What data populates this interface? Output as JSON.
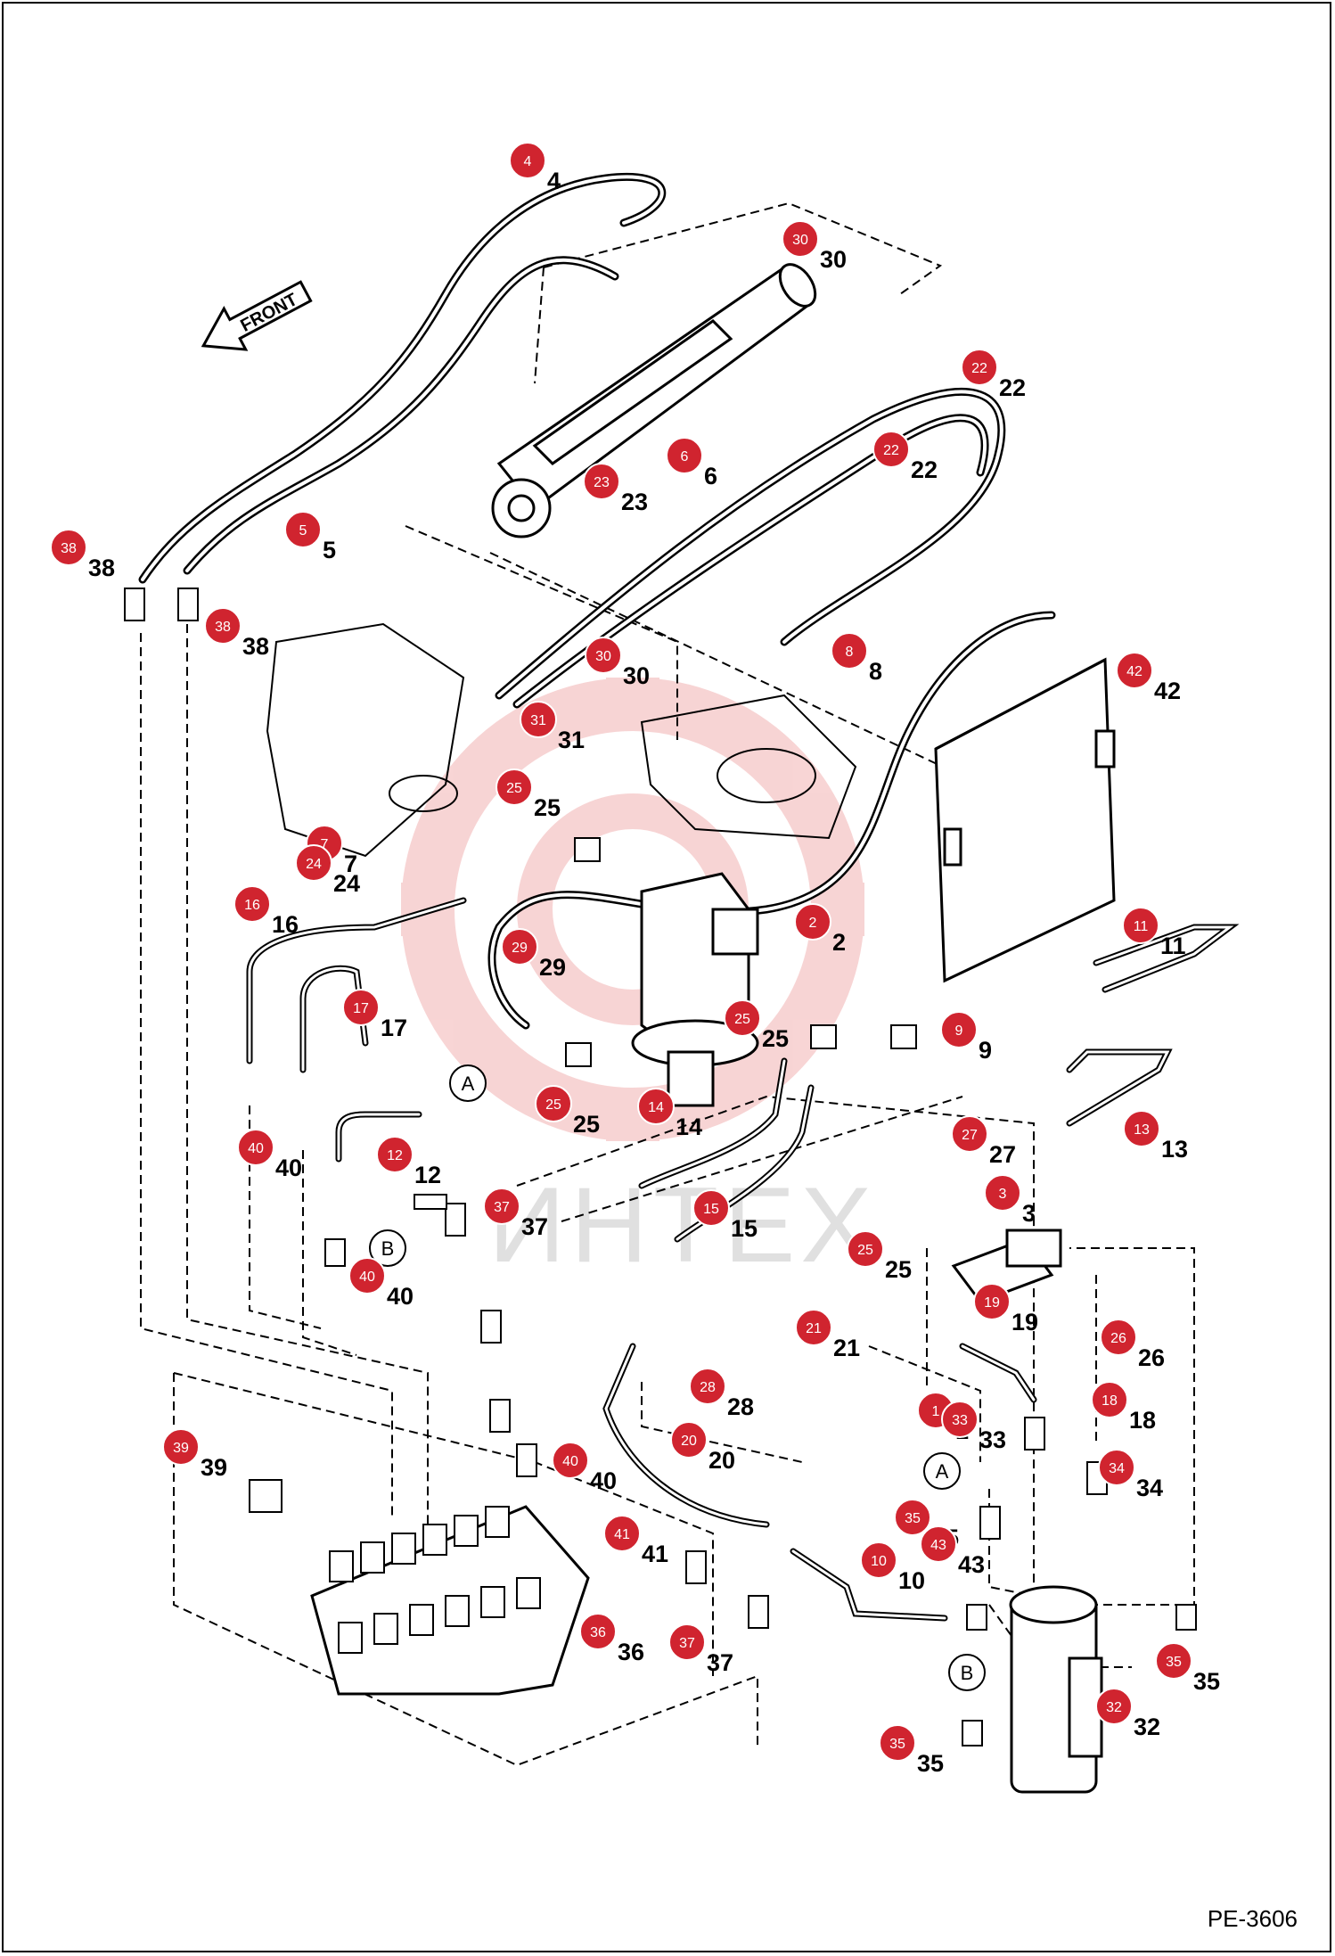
{
  "diagram": {
    "page_code": "PE-3606",
    "front_label": "FRONT",
    "watermark": "ИНТЕХ",
    "colors": {
      "badge": "#d0242f",
      "line": "#000000",
      "watermark": "#f2b2b2"
    },
    "view_markers": [
      "A",
      "B",
      "A",
      "B"
    ],
    "callouts": [
      {
        "n": "4"
      },
      {
        "n": "30"
      },
      {
        "n": "22"
      },
      {
        "n": "22"
      },
      {
        "n": "6"
      },
      {
        "n": "23"
      },
      {
        "n": "5"
      },
      {
        "n": "38"
      },
      {
        "n": "38"
      },
      {
        "n": "30"
      },
      {
        "n": "31"
      },
      {
        "n": "8"
      },
      {
        "n": "42"
      },
      {
        "n": "25"
      },
      {
        "n": "7"
      },
      {
        "n": "24"
      },
      {
        "n": "16"
      },
      {
        "n": "29"
      },
      {
        "n": "2"
      },
      {
        "n": "11"
      },
      {
        "n": "17"
      },
      {
        "n": "25"
      },
      {
        "n": "9"
      },
      {
        "n": "25"
      },
      {
        "n": "14"
      },
      {
        "n": "40"
      },
      {
        "n": "12"
      },
      {
        "n": "27"
      },
      {
        "n": "13"
      },
      {
        "n": "3"
      },
      {
        "n": "37"
      },
      {
        "n": "15"
      },
      {
        "n": "25"
      },
      {
        "n": "40"
      },
      {
        "n": "19"
      },
      {
        "n": "21"
      },
      {
        "n": "26"
      },
      {
        "n": "28"
      },
      {
        "n": "1"
      },
      {
        "n": "33"
      },
      {
        "n": "18"
      },
      {
        "n": "20"
      },
      {
        "n": "40"
      },
      {
        "n": "39"
      },
      {
        "n": "34"
      },
      {
        "n": "35"
      },
      {
        "n": "43"
      },
      {
        "n": "41"
      },
      {
        "n": "10"
      },
      {
        "n": "36"
      },
      {
        "n": "37"
      },
      {
        "n": "35"
      },
      {
        "n": "32"
      },
      {
        "n": "35"
      }
    ]
  }
}
